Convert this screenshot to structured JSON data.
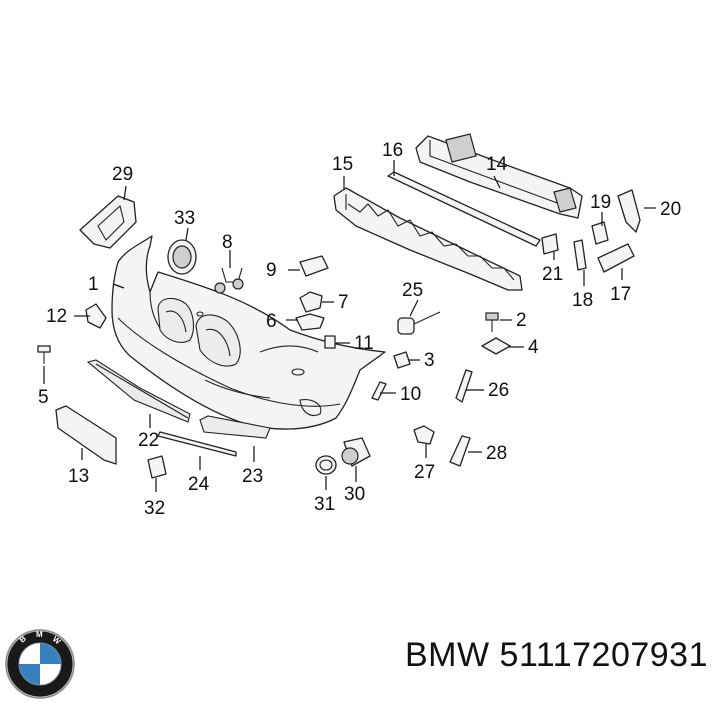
{
  "footer": {
    "brand": "BMW",
    "part_number": "51117207931"
  },
  "logo": {
    "letters": "BMW",
    "colors": {
      "blue": "#3a7fc0",
      "ring": "#1a1a1a"
    }
  },
  "callouts": [
    {
      "id": "c1",
      "text": "1"
    },
    {
      "id": "c2",
      "text": "2"
    },
    {
      "id": "c3",
      "text": "3"
    },
    {
      "id": "c4",
      "text": "4"
    },
    {
      "id": "c5",
      "text": "5"
    },
    {
      "id": "c6",
      "text": "6"
    },
    {
      "id": "c7",
      "text": "7"
    },
    {
      "id": "c8",
      "text": "8"
    },
    {
      "id": "c9",
      "text": "9"
    },
    {
      "id": "c10",
      "text": "10"
    },
    {
      "id": "c11",
      "text": "11"
    },
    {
      "id": "c12",
      "text": "12"
    },
    {
      "id": "c13",
      "text": "13"
    },
    {
      "id": "c14",
      "text": "14"
    },
    {
      "id": "c15",
      "text": "15"
    },
    {
      "id": "c16",
      "text": "16"
    },
    {
      "id": "c17",
      "text": "17"
    },
    {
      "id": "c18",
      "text": "18"
    },
    {
      "id": "c19",
      "text": "19"
    },
    {
      "id": "c20",
      "text": "20"
    },
    {
      "id": "c21",
      "text": "21"
    },
    {
      "id": "c22",
      "text": "22"
    },
    {
      "id": "c23",
      "text": "23"
    },
    {
      "id": "c24",
      "text": "24"
    },
    {
      "id": "c25",
      "text": "25"
    },
    {
      "id": "c26",
      "text": "26"
    },
    {
      "id": "c27",
      "text": "27"
    },
    {
      "id": "c28",
      "text": "28"
    },
    {
      "id": "c29",
      "text": "29"
    },
    {
      "id": "c30",
      "text": "30"
    },
    {
      "id": "c31",
      "text": "31"
    },
    {
      "id": "c32",
      "text": "32"
    },
    {
      "id": "c33",
      "text": "33"
    }
  ]
}
